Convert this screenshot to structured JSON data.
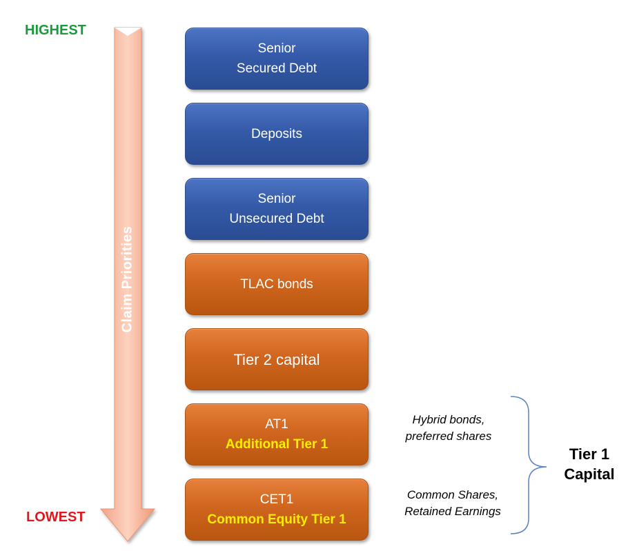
{
  "priority": {
    "highest_label": "HIGHEST",
    "lowest_label": "LOWEST",
    "arrow_label": "Claim   Priorities"
  },
  "blocks": [
    {
      "line1": "Senior",
      "line2": "Secured Debt",
      "color": "#345aa8"
    },
    {
      "line1": "Deposits",
      "line2": "",
      "color": "#345aa8"
    },
    {
      "line1": "Senior",
      "line2": "Unsecured Debt",
      "color": "#345aa8"
    },
    {
      "line1": "TLAC bonds",
      "line2": "",
      "color": "#d0661f"
    },
    {
      "line1": "Tier 2 capital",
      "line2": "",
      "color": "#d0661f"
    },
    {
      "line1": "AT1",
      "line2": "Additional Tier 1",
      "color": "#d0661f"
    },
    {
      "line1": "CET1",
      "line2": "Common Equity Tier 1",
      "color": "#d0661f"
    }
  ],
  "notes": {
    "at1_line1": "Hybrid bonds,",
    "at1_line2": "preferred shares",
    "cet1_line1": "Common Shares,",
    "cet1_line2": "Retained Earnings"
  },
  "tier1": {
    "line1": "Tier 1",
    "line2": "Capital"
  },
  "colors": {
    "highest": "#1a9a3c",
    "lowest": "#e0181e",
    "arrow": "#f5a98a",
    "subtitle_highlight": "#ffee00"
  }
}
